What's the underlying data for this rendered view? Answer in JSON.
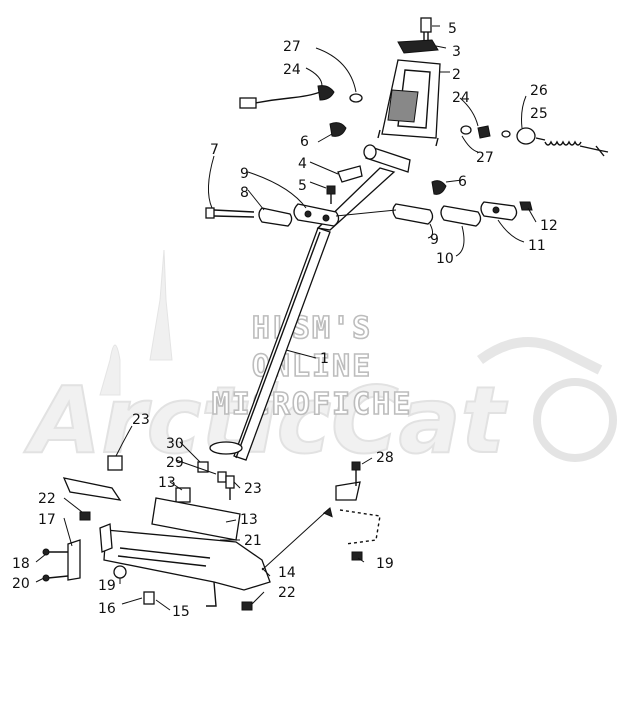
{
  "watermark": {
    "brand": "ArcticCat",
    "lines": [
      "HLSM'S",
      "ONLINE",
      "MICROFICHE"
    ]
  },
  "callouts": [
    "5",
    "3",
    "27",
    "2",
    "24",
    "26",
    "25",
    "24",
    "27",
    "6",
    "4",
    "7",
    "9",
    "5",
    "6",
    "8",
    "12",
    "9",
    "10",
    "11",
    "1",
    "28",
    "23",
    "30",
    "29",
    "13",
    "23",
    "22",
    "17",
    "13",
    "21",
    "14",
    "18",
    "19",
    "20",
    "19",
    "16",
    "15",
    "22"
  ]
}
